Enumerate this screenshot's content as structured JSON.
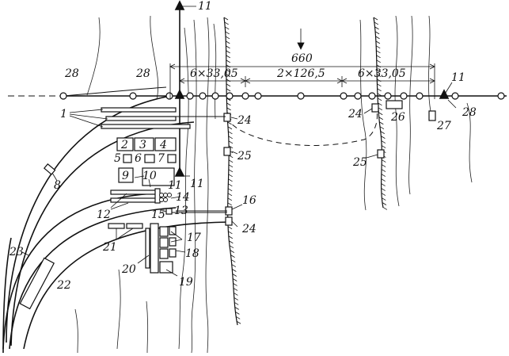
{
  "figure": {
    "span_label": "660",
    "segments": [
      "6×33,05",
      "2×126,5",
      "6×33,05"
    ],
    "callouts": [
      "28",
      "28",
      "11",
      "11",
      "28",
      "11",
      "1",
      "2",
      "3",
      "4",
      "5",
      "6",
      "7",
      "8",
      "9",
      "10",
      "11",
      "14",
      "12",
      "13",
      "15",
      "16",
      "24",
      "24",
      "25",
      "24",
      "25",
      "26",
      "27",
      "17",
      "18",
      "21",
      "20",
      "19",
      "23",
      "22"
    ]
  }
}
